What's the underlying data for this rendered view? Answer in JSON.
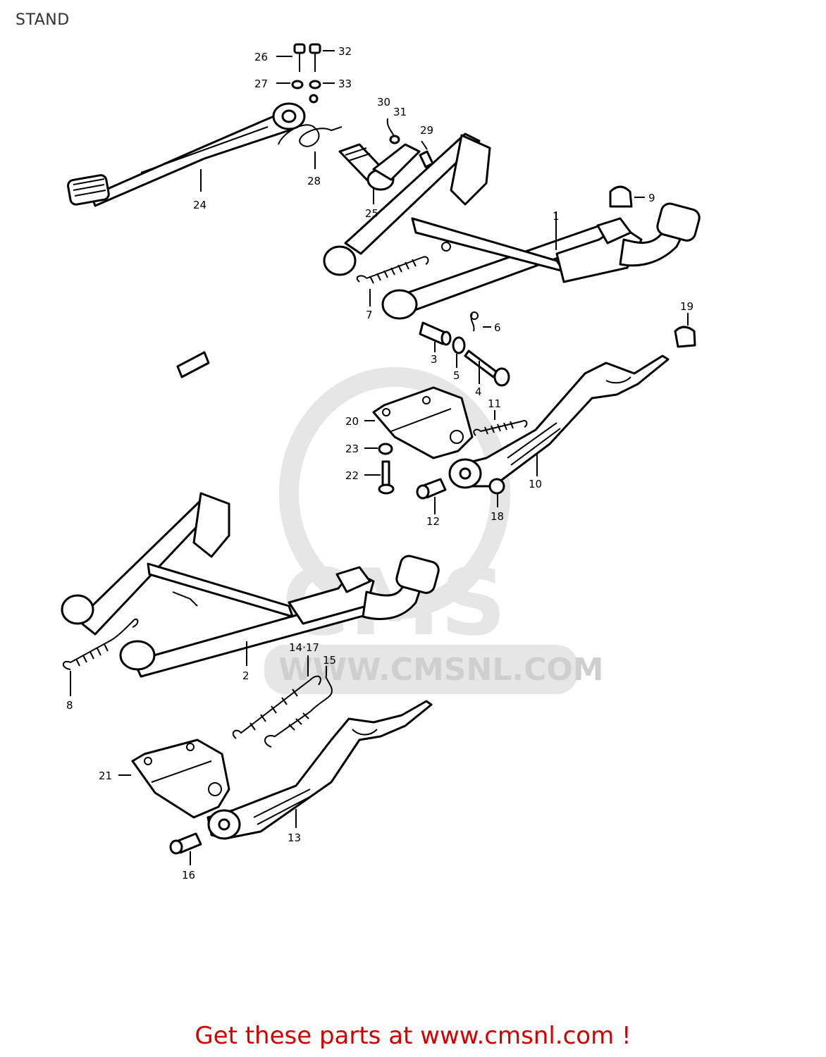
{
  "page": {
    "title": "STAND",
    "footer": "Get these parts at www.cmsnl.com !"
  },
  "watermark": {
    "brand": "CMS",
    "url": "WWW.CMSNL.COM",
    "color": "#e6e6e6"
  },
  "callouts": {
    "c1": "1",
    "c2": "2",
    "c3": "3",
    "c4": "4",
    "c5": "5",
    "c6": "6",
    "c7": "7",
    "c8": "8",
    "c9": "9",
    "c10": "10",
    "c11": "11",
    "c12": "12",
    "c13": "13",
    "c14_17": "14·17",
    "c15": "15",
    "c16": "16",
    "c18": "18",
    "c19": "19",
    "c20": "20",
    "c21": "21",
    "c22": "22",
    "c23": "23",
    "c24": "24",
    "c25": "25",
    "c26": "26",
    "c27": "27",
    "c28": "28",
    "c29": "29",
    "c30": "30",
    "c31": "31",
    "c32": "32",
    "c33": "33"
  },
  "colors": {
    "footer": "#d40000",
    "ink": "#000000"
  }
}
